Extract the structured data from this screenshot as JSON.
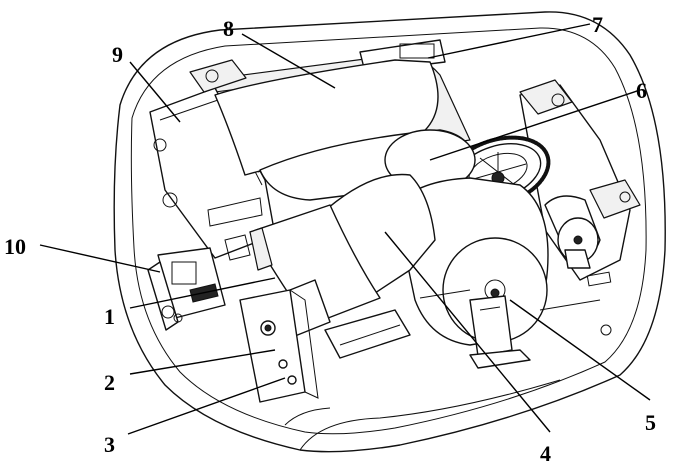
{
  "figure": {
    "callouts": [
      {
        "id": "1",
        "label": "1"
      },
      {
        "id": "2",
        "label": "2"
      },
      {
        "id": "3",
        "label": "3"
      },
      {
        "id": "4",
        "label": "4"
      },
      {
        "id": "5",
        "label": "5"
      },
      {
        "id": "6",
        "label": "6"
      },
      {
        "id": "7",
        "label": "7"
      },
      {
        "id": "8",
        "label": "8"
      },
      {
        "id": "9",
        "label": "9"
      },
      {
        "id": "10",
        "label": "10"
      }
    ]
  },
  "colors": {
    "line": "#111111",
    "background": "#ffffff",
    "shade": "#f1f1f1"
  }
}
